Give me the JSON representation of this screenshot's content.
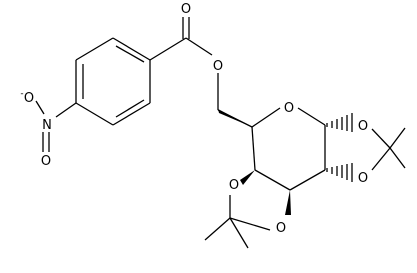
{
  "molecule": {
    "atom_labels": {
      "nitro_o_top": "O",
      "nitro_charge": "-",
      "nitro_n": "N",
      "nitro_o_bottom": "O",
      "carbonyl_o": "O",
      "ester_o": "O",
      "ring_o": "O",
      "dioxolane_right_o_top": "O",
      "dioxolane_right_o_bottom": "O",
      "dioxolane_left_o_left": "O",
      "dioxolane_left_o_right": "O"
    }
  }
}
